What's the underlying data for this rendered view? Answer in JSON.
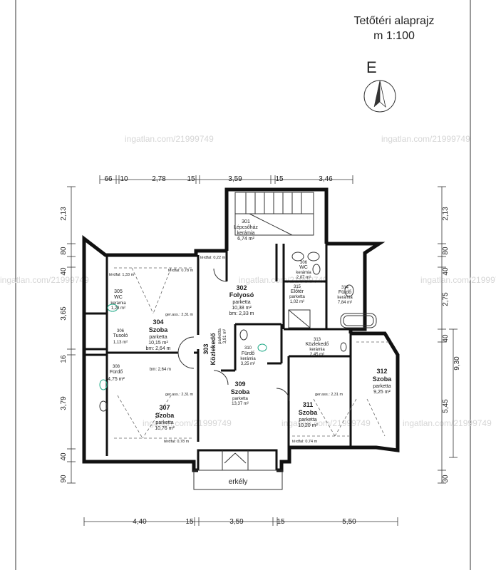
{
  "title": "Tetőtéri alaprajz",
  "scale": "m 1:100",
  "north_label": "E",
  "watermark": "ingatlan.com/21999749",
  "top_dims": [
    "66",
    "10",
    "2,78",
    "15",
    "3,59",
    "15",
    "3,46"
  ],
  "bottom_dims": [
    "4,40",
    "15",
    "3,59",
    "15",
    "5,50"
  ],
  "left_dims": [
    "2,13",
    "80",
    "40",
    "3,65",
    "16",
    "3,79",
    "40",
    "90"
  ],
  "right_dims": [
    "2,13",
    "80",
    "40",
    "2,75",
    "40",
    "9,30",
    "5,45",
    "30"
  ],
  "rooms": [
    {
      "num": "301",
      "name": "Lépcsőház",
      "floor": "kerámia",
      "area": "6,74 m²"
    },
    {
      "num": "302",
      "name": "Folyosó",
      "floor": "parketta",
      "area": "10,38 m²",
      "extra": "bm: 2,33 m"
    },
    {
      "num": "303",
      "name": "Közlekedő",
      "floor": "parketta",
      "area": "3,91 m²"
    },
    {
      "num": "304",
      "name": "Szoba",
      "floor": "parketta",
      "area": "10,15 m²",
      "extra": "bm: 2,64 m"
    },
    {
      "num": "305",
      "name": "WC",
      "floor": "kerámia",
      "area": "1,28 m²"
    },
    {
      "num": "306",
      "name": "Tusoló",
      "floor": "",
      "area": "1,13 m²"
    },
    {
      "num": "306",
      "name": "WC",
      "floor": "kerámia",
      "area": "2,07 m²"
    },
    {
      "num": "307",
      "name": "Szoba",
      "floor": "parketta",
      "area": "10,76 m²"
    },
    {
      "num": "308",
      "name": "Fürdő",
      "floor": "",
      "area": "4,75 m²"
    },
    {
      "num": "309",
      "name": "Szoba",
      "floor": "parketta",
      "area": "13,37 m²"
    },
    {
      "num": "310",
      "name": "Fürdő",
      "floor": "kerámia",
      "area": "3,25 m²"
    },
    {
      "num": "311",
      "name": "Szoba",
      "floor": "parketta",
      "area": "10,20 m²"
    },
    {
      "num": "312",
      "name": "Szoba",
      "floor": "parketta",
      "area": "9,25 m²"
    },
    {
      "num": "313",
      "name": "Közlekedő",
      "floor": "kerámia",
      "area": "2,45 m²"
    },
    {
      "num": "314",
      "name": "Fürdő",
      "floor": "kerámia",
      "area": "7,84 m²"
    },
    {
      "num": "315",
      "name": "Előtér",
      "floor": "parketta",
      "area": "1,02 m²"
    }
  ],
  "notes": {
    "terdfal_078_a": "térdfal: 0,78 m",
    "terdfal_022": "térdfal: 0,22 m",
    "terdfal_133": "térdfal: 1,33 m",
    "gerass_a": "ger.ass.: 2,31 m",
    "gerass_b": "ger.ass.: 2,31 m",
    "gerass_c": "ger.ass.: 2,31 m",
    "bm_264": "bm: 2,64 m",
    "terdfal_078_b": "térdfal: 0,78 m",
    "terdfal_074": "térdfal: 0,74 m"
  },
  "balcony": "erkély"
}
